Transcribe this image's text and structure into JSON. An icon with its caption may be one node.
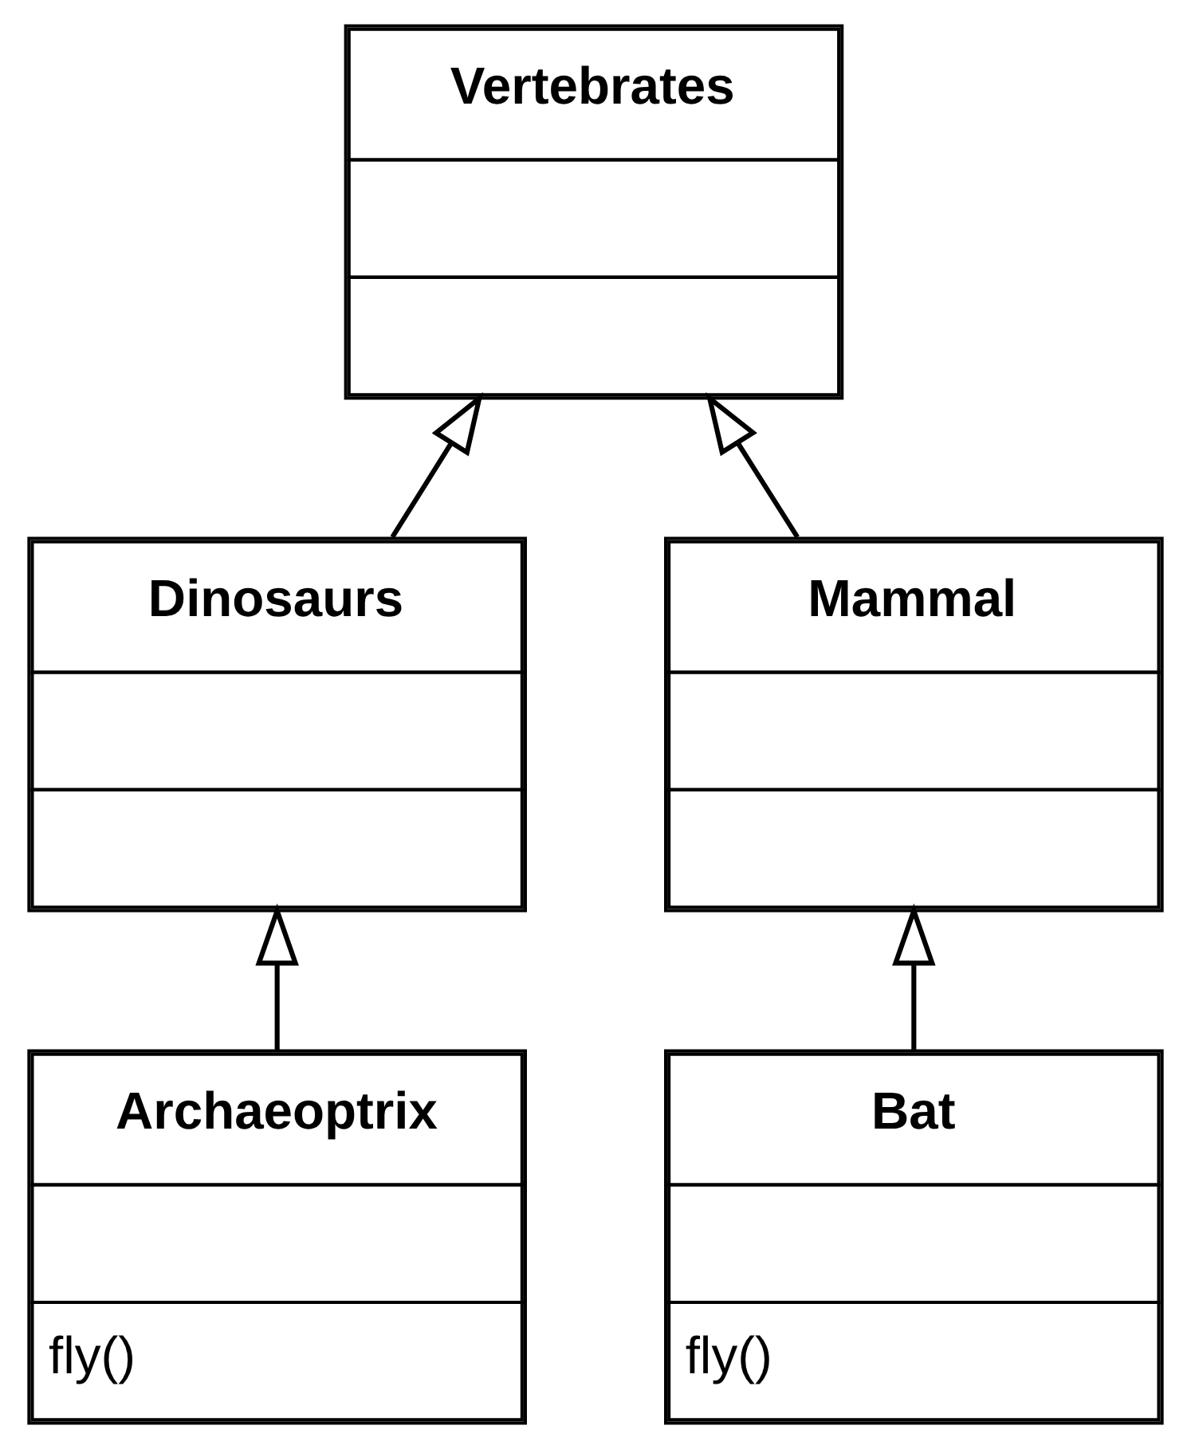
{
  "diagram": {
    "nodes": [
      {
        "text": [
          "Vertebrates"
        ]
      },
      {
        "text": [
          "Dinosaurs"
        ]
      },
      {
        "text": [
          "Mammal"
        ]
      },
      {
        "text": [
          "Archaeoptrix",
          "fly()"
        ]
      },
      {
        "text": [
          "Bat",
          "fly()"
        ]
      }
    ],
    "edges": [
      {
        "from": 1,
        "to": 0,
        "arrow": "to"
      },
      {
        "from": 2,
        "to": 0,
        "arrow": "to"
      },
      {
        "from": 3,
        "to": 1,
        "arrow": "to"
      },
      {
        "from": 4,
        "to": 2,
        "arrow": "to"
      }
    ]
  }
}
